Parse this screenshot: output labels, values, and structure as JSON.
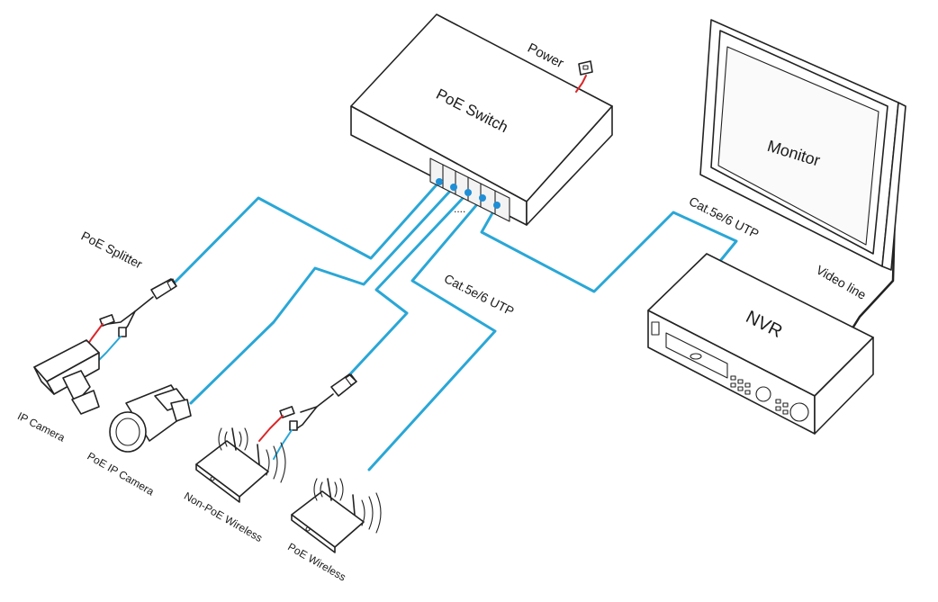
{
  "labels": {
    "poe_switch": "PoE Switch",
    "power": "Power",
    "monitor": "Monitor",
    "nvr": "NVR",
    "cat_nvr": "Cat.5e/6 UTP",
    "cat_devices": "Cat.5e/6 UTP",
    "video_line": "Video line",
    "poe_splitter": "PoE Splitter",
    "ip_camera": "IP Camera",
    "poe_ip_camera": "PoE IP Camera",
    "non_poe_wireless": "Non-PoE Wireless",
    "poe_wireless": "PoE Wireless",
    "port_ellipsis": "...."
  },
  "colors": {
    "cable": "#2aa7d6",
    "power_wire": "#d9282b",
    "port_dot": "#1e8fd6",
    "outline": "#222222"
  },
  "icons": [
    "switch-icon",
    "monitor-icon",
    "nvr-icon",
    "ip-camera-icon",
    "poe-ip-camera-icon",
    "router-icon",
    "splitter-icon",
    "power-outlet-icon"
  ]
}
